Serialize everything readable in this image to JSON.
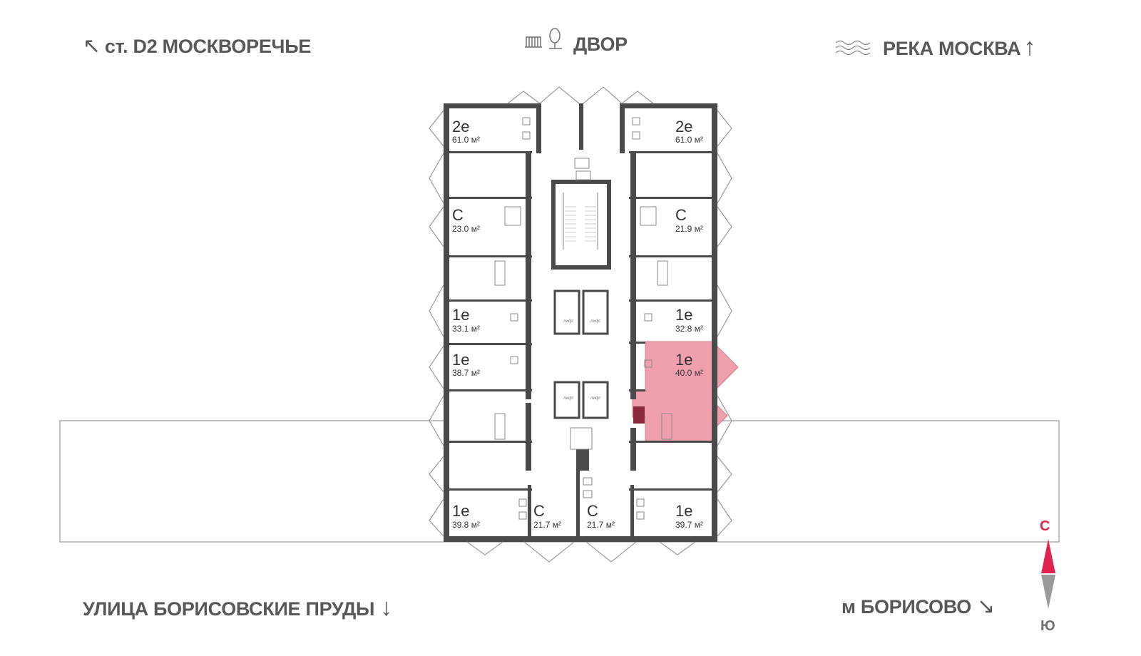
{
  "directions": {
    "top_left": "ст. D2 МОСКВОРЕЧЬЕ",
    "top_center": "ДВОР",
    "top_right": "РЕКА МОСКВА",
    "bottom_left": "УЛИЦА БОРИСОВСКИЕ ПРУДЫ",
    "bottom_right": "м БОРИСОВО"
  },
  "compass": {
    "north": "С",
    "south": "Ю",
    "north_color": "#e0234e",
    "south_color": "#9a9a9a"
  },
  "apartments": [
    {
      "id": "a1",
      "type": "2е",
      "area": "61.0 м²",
      "highlighted": false
    },
    {
      "id": "a2",
      "type": "2е",
      "area": "61.0 м²",
      "highlighted": false
    },
    {
      "id": "a3",
      "type": "С",
      "area": "23.0 м²",
      "highlighted": false
    },
    {
      "id": "a4",
      "type": "С",
      "area": "21.9 м²",
      "highlighted": false
    },
    {
      "id": "a5",
      "type": "1е",
      "area": "33.1 м²",
      "highlighted": false
    },
    {
      "id": "a6",
      "type": "1е",
      "area": "32.8 м²",
      "highlighted": false
    },
    {
      "id": "a7",
      "type": "1е",
      "area": "38.7 м²",
      "highlighted": false
    },
    {
      "id": "a8",
      "type": "1е",
      "area": "40.0 м²",
      "highlighted": true
    },
    {
      "id": "a9",
      "type": "1е",
      "area": "39.8 м²",
      "highlighted": false
    },
    {
      "id": "a10",
      "type": "С",
      "area": "21.7 м²",
      "highlighted": false
    },
    {
      "id": "a11",
      "type": "С",
      "area": "21.7 м²",
      "highlighted": false
    },
    {
      "id": "a12",
      "type": "1е",
      "area": "39.7 м²",
      "highlighted": false
    }
  ],
  "lift_label": "лифт",
  "colors": {
    "wall": "#4a4a4a",
    "highlight": "#f0a0ad",
    "highlight_dark": "#8a2a3a",
    "text": "#585858"
  }
}
